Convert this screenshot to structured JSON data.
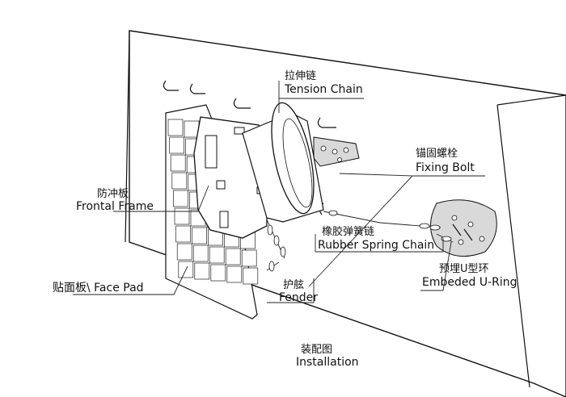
{
  "labels": {
    "tension_chain": {
      "cn": "拉伸链",
      "en": "Tension Chain"
    },
    "fixing_bolt": {
      "cn": "锚固螺栓",
      "en": "Fixing Bolt"
    },
    "frontal_frame": {
      "cn": "防冲板",
      "en": "Frontal Frame"
    },
    "rubber_spring_chain": {
      "cn": "橡胶弹簧链",
      "en": "Rubber Spring Chain"
    },
    "embeded_u_ring": {
      "cn": "预埋U型环",
      "en": "Embeded U-Ring"
    },
    "face_pad": "贴面板\\ Face Pad",
    "fender": {
      "cn": "护舷",
      "en": "Fender"
    },
    "installation": {
      "cn": "装配图",
      "en": "Installation"
    }
  }
}
